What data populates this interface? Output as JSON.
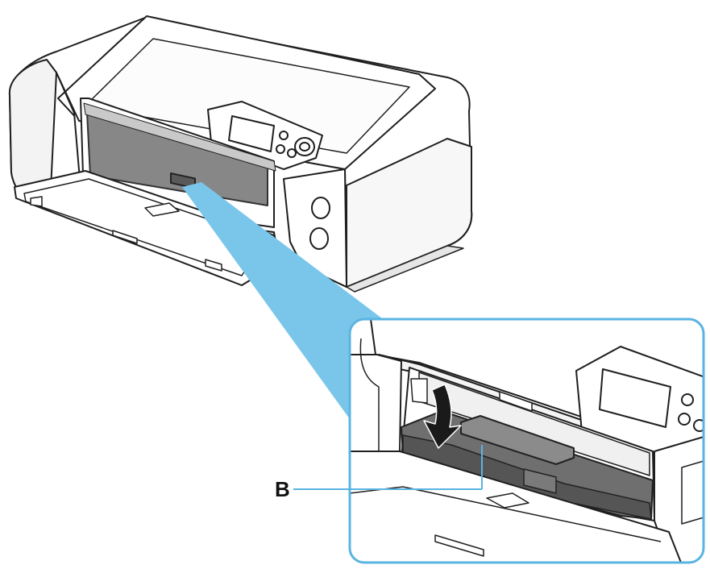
{
  "figure": {
    "callout_label": "B",
    "colors": {
      "zoom_highlight": "#79c6ea",
      "zoom_frame": "#5ab4e2",
      "arrow_fill": "#1a1a1a",
      "leader_line": "#5ab4e2"
    },
    "parts": {
      "printer": [
        "top-cover",
        "operation-panel",
        "lcd-screen",
        "paper-output-tray",
        "front-cover"
      ],
      "detail": [
        "lcd-screen",
        "guide-lever",
        "rear-disc-tray-guide-b"
      ]
    }
  }
}
